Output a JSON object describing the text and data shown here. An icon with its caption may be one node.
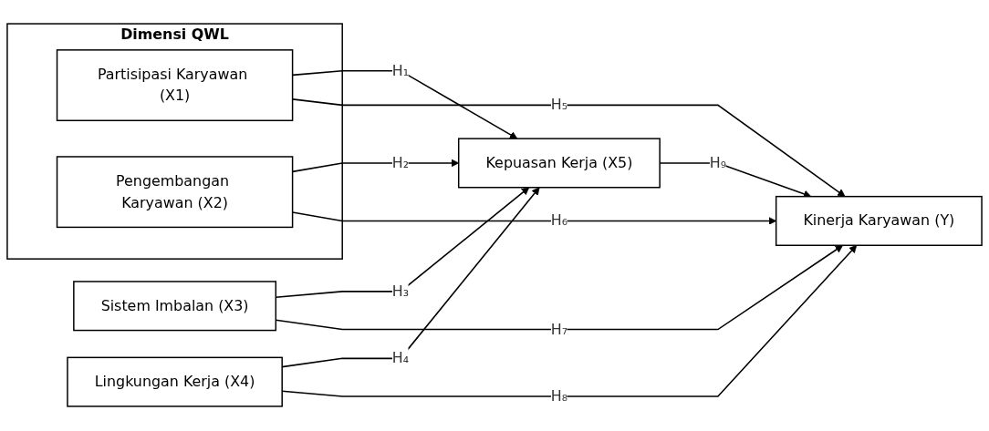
{
  "diagram": {
    "nodes": [
      {
        "text": [
          "Dimensi QWL"
        ]
      },
      {
        "text": [
          "Partisipasi Karyawan (X1)"
        ],
        "in": 0
      },
      {
        "text": [
          "Pengembangan Karyawan (X2)"
        ],
        "in": 0
      },
      {
        "text": [
          "Sistem Imbalan (X3)"
        ]
      },
      {
        "text": [
          "Lingkungan Kerja (X4)"
        ]
      },
      {
        "text": [
          "Kepuasan Kerja (X5)"
        ]
      },
      {
        "text": [
          "Kinerja Karyawan (Y)"
        ]
      }
    ],
    "edges": [
      {
        "from": 1,
        "to": 5,
        "arrow": "to",
        "label": "H₁"
      },
      {
        "from": 2,
        "to": 5,
        "arrow": "to",
        "label": "H₂"
      },
      {
        "from": 3,
        "to": 5,
        "arrow": "to",
        "label": "H₃"
      },
      {
        "from": 4,
        "to": 5,
        "arrow": "to",
        "label": "H₄"
      },
      {
        "from": 1,
        "to": 6,
        "arrow": "to",
        "label": "H₅"
      },
      {
        "from": 2,
        "to": 6,
        "arrow": "to",
        "label": "H₆"
      },
      {
        "from": 3,
        "to": 6,
        "arrow": "to",
        "label": "H₇"
      },
      {
        "from": 4,
        "to": 6,
        "arrow": "to",
        "label": "H₈"
      },
      {
        "from": 5,
        "to": 6,
        "arrow": "to",
        "label": "H₉"
      }
    ]
  }
}
